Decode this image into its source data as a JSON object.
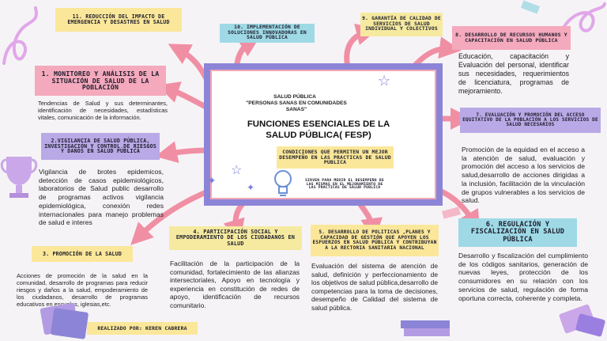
{
  "center": {
    "subtitle_line1": "SALUD PÚBLICA",
    "subtitle_line2": "\"PERSONAS SANAS EN COMUNIDADES SANAS\"",
    "title": "FUNCIONES ESENCIALES DE LA SALUD PÚBLICA( FESP)",
    "condition": "CONDICIONES QUE PERMITEN UN MEJOR DESEMPEÑO EN LAS PRACTICAS DE SALUD PUBLICA",
    "note": "SIRVEN PARA MEDIR EL DESEMPEÑO DE LAS MISMAS EN EL MEJORAMIENTO DE LAS PRACTICAS DE SALUD PUBLICA"
  },
  "functions": [
    {
      "title": "1. MONITOREO Y ANÁLISIS DE LA SITUACIÓN DE SALUD DE LA POBLACIÓN",
      "desc": "Tendencias de Salud y sus determinantes, identificación de necesidades, estadísticas vitales, comunicación de la información."
    },
    {
      "title": "2.VIGILANCIA DE SALUD PÚBLICA, INVESTIGACIÓN Y CONTROL DE RIESGOS Y DAÑOS EN SALUD PÚBLICA",
      "desc": "Vigilancia de brotes epidemicos, detección de casos epidemiológicos, laboratorios de Salud public desarrollo de programas activos vigilancia epidemiológica, conexión redes internacionales para manejo problemas de salud e interes"
    },
    {
      "title": "3. PROMOCIÓN DE LA SALUD",
      "desc": "Acciones de promoción de la salud en la comunidad, desarrollo de programas para reducir riesgos y daños a la salud, empoderamiento de los ciudadanos, desarrollo de programas educativos en escuelas, iglesias,etc."
    },
    {
      "title": "4. PARTICIPACIÓN SOCIAL Y EMPODERAMIENTO DE LOS CIUDADANOS EN SALUD",
      "desc": "Facilitación de la participación de la comunidad, fortalecimiento de las alianzas intersectoriales, Apoyo en tecnología y experiencia en constitución de redes de apoyo, identificación de recursos comunitario."
    },
    {
      "title": "5. DESARROLLO DE POLITICAS ,PLANES Y CAPACIDAD DE GESTIÓN QUE APOYEN LOS ESFUERZOS EN SALUD PÚBLICA Y CONTRIBUYAN A LA RECTORIA SANITARIA NACIONAL",
      "desc": "Evaluación del sistema de atención de salud, definición y perfeccionamiento de los objetivos de salud pública,desarrollo de competencias para la toma de decisiones, desempeño de Calidad del sistema de salud pública."
    },
    {
      "title": "6. REGULACIÓN Y FISCALIZACIÓN EN SALUD PÚBLICA",
      "desc": "Desarrollo y fiscalización del cumplimiento de los códigos sanitarios, generación de nuevas leyes, protección de los consumidores en su relación con los servicios de salud, regulación de forma oportuna correcta, coherente y completa."
    },
    {
      "title": "7. EVALUACIÓN Y PROMOCIÓN DEL ACCESO EQUITATIVO DE LA POBLACIÓN A LOS SERVICIOS DE SALUD NECESARIOS",
      "desc": "Promoción de la equidad en el acceso a la atención de salud, evaluación y promoción del acceso a los servicios de salud,desarrollo de acciones dirigidas a la inclusión, facilitación de la vinculación de grupos vulnerables a los servicios de salud."
    },
    {
      "title": "8. DESARROLLO DE RECURSOS HUMANOS Y CAPACITACIÓN EN SALUD PÚBLICA",
      "desc": "Educación, capacitación y Evaluación del personal, identificar sus necesidades, requerimientos de licenciatura, programas de mejoramiento."
    },
    {
      "title": "9. GARANTÍA DE CALIDAD DE SERVICIOS DE SALUD INDIVIDUAL Y COLECTIVOS",
      "desc": ""
    },
    {
      "title": "10. IMPLEMENTACIÓN DE SOLUCIONES INNOVADORAS EN SALUD PÚBLICA",
      "desc": ""
    },
    {
      "title": "11. REDUCCIÓN DEL IMPACTO DE EMERGENCIA Y DESASTRES EN SALUD",
      "desc": ""
    }
  ],
  "author": "REALIZADO POR: KEREN CABRERA",
  "colors": {
    "pink": "#f4a9bd",
    "purple": "#b9a9e6",
    "yellow": "#fbe79a",
    "cyan": "#9fd9e6",
    "frame": "#8c84d6",
    "arrow": "#f08fa4"
  }
}
